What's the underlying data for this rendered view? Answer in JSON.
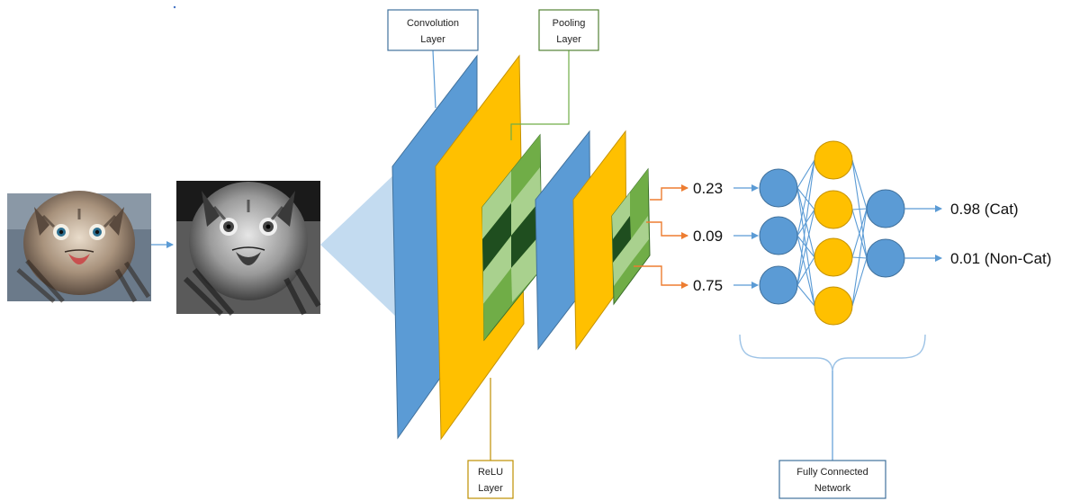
{
  "labels": {
    "conv_line1": "Convolution",
    "conv_line2": "Layer",
    "pool_line1": "Pooling",
    "pool_line2": "Layer",
    "relu_line1": "ReLU",
    "relu_line2": "Layer",
    "fc_line1": "Fully Connected",
    "fc_line2": "Network"
  },
  "features": [
    "0.23",
    "0.09",
    "0.75"
  ],
  "outputs": [
    "0.98 (Cat)",
    "0.01 (Non-Cat)"
  ],
  "colors": {
    "blue_layer": "#5B9BD5",
    "blue_edge": "#41719C",
    "yellow_layer": "#FFC000",
    "yellow_edge": "#C49100",
    "green_layer": "#70AD47",
    "green_dark": "#1F4E1F",
    "green_light": "#A9D18E",
    "orange_arrow": "#ED7D31",
    "blue_arrow": "#5B9BD5",
    "conv_box_border": "#41719C",
    "pool_box_border": "#548235",
    "relu_box_border": "#BF9000",
    "fc_box_border": "#41719C"
  },
  "network": {
    "input_nodes": 3,
    "hidden_nodes": 4,
    "output_nodes": 2
  },
  "images": {
    "original": "kitten-color-photo",
    "processed": "kitten-grayscale-photo"
  }
}
